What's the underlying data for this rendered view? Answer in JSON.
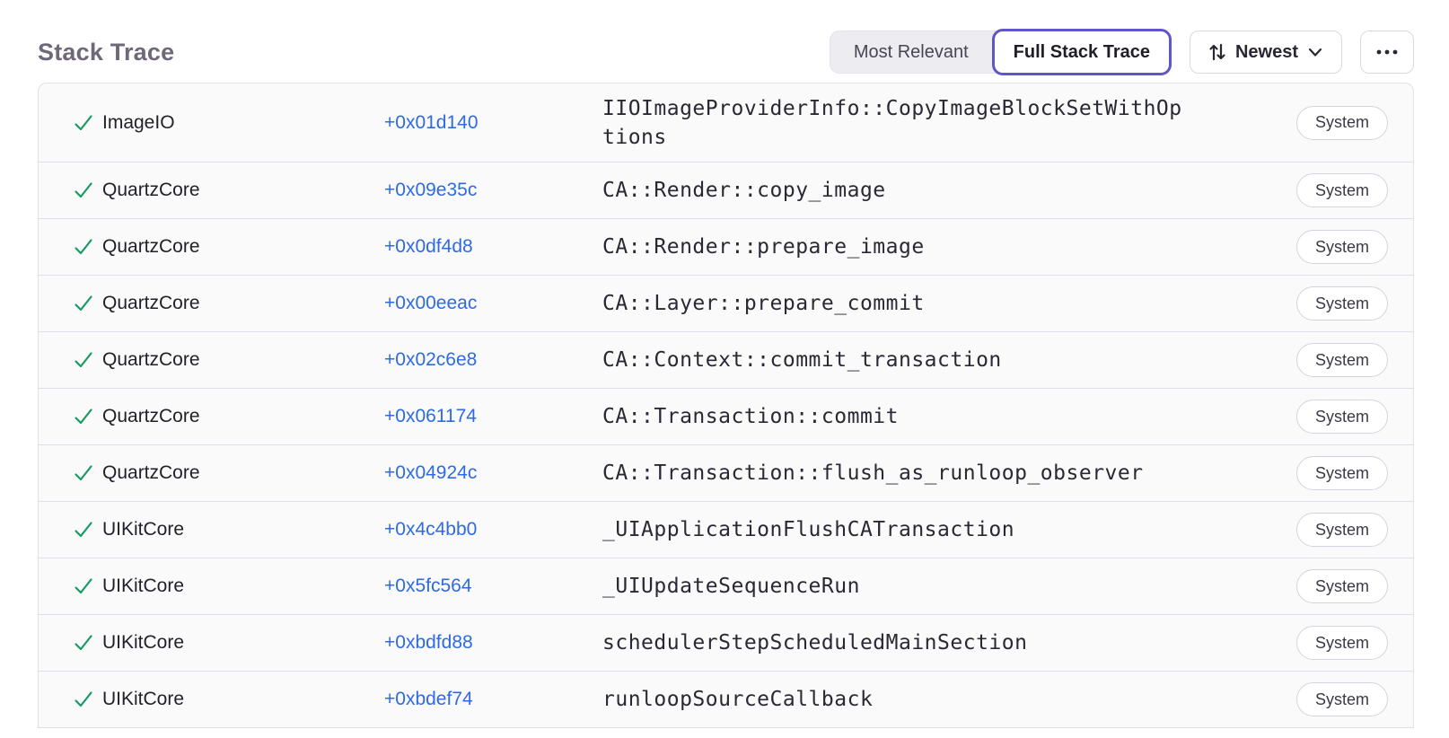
{
  "page": {
    "title": "Stack Trace"
  },
  "toolbar": {
    "segmented": {
      "options": [
        {
          "label": "Most Relevant",
          "selected": false
        },
        {
          "label": "Full Stack Trace",
          "selected": true
        }
      ]
    },
    "sort_button": {
      "label": "Newest"
    },
    "overflow_button": {
      "label": "more options"
    }
  },
  "colors": {
    "accent_purple": "#6156c5",
    "link_blue": "#2e6ae3",
    "check_green": "#189a63",
    "title_gray": "#6e6879",
    "row_background": "#fafafb",
    "divider": "#dfdfe7"
  },
  "stack_frames": [
    {
      "status_icon": "check-icon",
      "module": "ImageIO",
      "address": "+0x01d140",
      "function": "IIOImageProviderInfo::CopyImageBlockSetWithOptions",
      "badge": "System"
    },
    {
      "status_icon": "check-icon",
      "module": "QuartzCore",
      "address": "+0x09e35c",
      "function": "CA::Render::copy_image",
      "badge": "System"
    },
    {
      "status_icon": "check-icon",
      "module": "QuartzCore",
      "address": "+0x0df4d8",
      "function": "CA::Render::prepare_image",
      "badge": "System"
    },
    {
      "status_icon": "check-icon",
      "module": "QuartzCore",
      "address": "+0x00eeac",
      "function": "CA::Layer::prepare_commit",
      "badge": "System"
    },
    {
      "status_icon": "check-icon",
      "module": "QuartzCore",
      "address": "+0x02c6e8",
      "function": "CA::Context::commit_transaction",
      "badge": "System"
    },
    {
      "status_icon": "check-icon",
      "module": "QuartzCore",
      "address": "+0x061174",
      "function": "CA::Transaction::commit",
      "badge": "System"
    },
    {
      "status_icon": "check-icon",
      "module": "QuartzCore",
      "address": "+0x04924c",
      "function": "CA::Transaction::flush_as_runloop_observer",
      "badge": "System"
    },
    {
      "status_icon": "check-icon",
      "module": "UIKitCore",
      "address": "+0x4c4bb0",
      "function": "_UIApplicationFlushCATransaction",
      "badge": "System"
    },
    {
      "status_icon": "check-icon",
      "module": "UIKitCore",
      "address": "+0x5fc564",
      "function": "_UIUpdateSequenceRun",
      "badge": "System"
    },
    {
      "status_icon": "check-icon",
      "module": "UIKitCore",
      "address": "+0xbdfd88",
      "function": "schedulerStepScheduledMainSection",
      "badge": "System"
    },
    {
      "status_icon": "check-icon",
      "module": "UIKitCore",
      "address": "+0xbdef74",
      "function": "runloopSourceCallback",
      "badge": "System"
    }
  ]
}
